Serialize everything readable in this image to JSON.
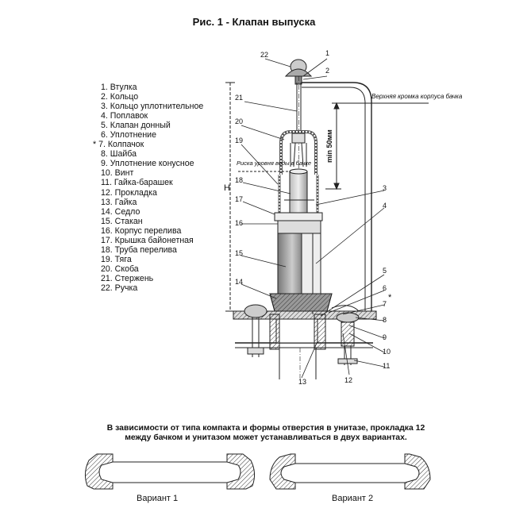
{
  "title": "Рис. 1 - Клапан выпуска",
  "parts": [
    "1. Втулка",
    "2. Кольцо",
    "3. Кольцо уплотнительное",
    "4. Поплавок",
    "5. Клапан донный",
    "6. Уплотнение",
    "* 7. Колпачок",
    "8. Шайба",
    "9. Уплотнение конусное",
    "10. Винт",
    "11. Гайка-барашек",
    "12. Прокладка",
    "13. Гайка",
    "14. Седло",
    "15. Стакан",
    "16. Корпус перелива",
    "17. Крышка байонетная",
    "18. Труба перелива",
    "19. Тяга",
    "20. Скоба",
    "21. Стержень",
    "22. Ручка"
  ],
  "diagram": {
    "tank_edge_label": "Верхняя кромка корпуса бачка",
    "water_mark_label": "Риска уровня воды в бачке",
    "min_label": "min 50мм",
    "height_label": "Н",
    "star": "*",
    "callouts": [
      "22",
      "1",
      "2",
      "21",
      "20",
      "19",
      "18",
      "17",
      "16",
      "15",
      "14",
      "3",
      "4",
      "5",
      "6",
      "7",
      "8",
      "9",
      "10",
      "11",
      "12",
      "13"
    ]
  },
  "note": {
    "line1": "В зависимости  от типа компакта и формы отверстия в унитазе, прокладка 12",
    "line2": "между бачком  и унитазом может устанавливаться  в  двух  вариантах."
  },
  "variants": [
    "Вариант 1",
    "Вариант 2"
  ]
}
